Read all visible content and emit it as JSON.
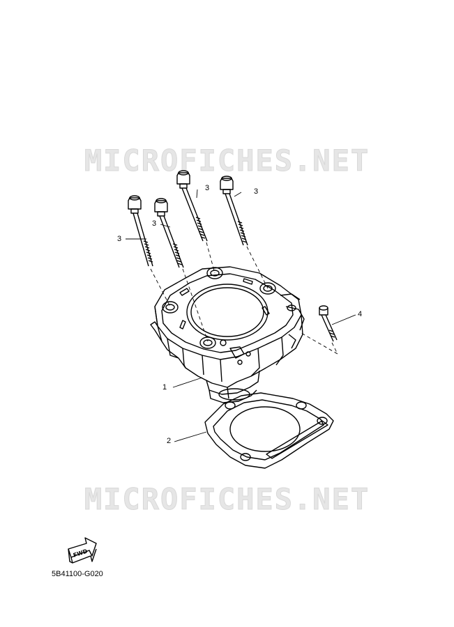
{
  "watermark": "MICROFICHES.NET",
  "callouts": {
    "part1": "1",
    "part2": "2",
    "part3": "3",
    "part4": "4"
  },
  "fwd_label": "FWD",
  "diagram_code": "5B41100-G020"
}
